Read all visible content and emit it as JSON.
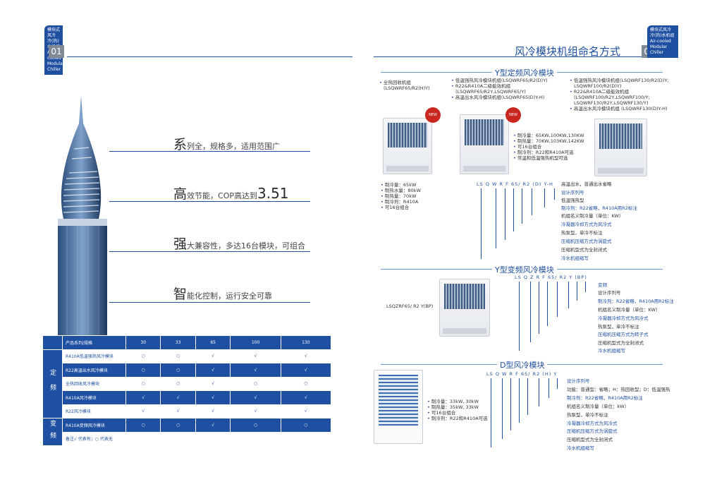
{
  "left_tag": {
    "lines": [
      "模块式风冷",
      "冷(热)水机组",
      "Air-cooled",
      "Modular",
      "Chiller"
    ],
    "page": "01"
  },
  "right_tag": {
    "lines": [
      "模块式风冷",
      "冷(热)水机组",
      "Air-cooled",
      "Modular",
      "Chiller"
    ],
    "page": "02"
  },
  "slogans": [
    {
      "big": "系",
      "rest": "列全，规格多，适用范围广"
    },
    {
      "big": "高",
      "rest": "效节能，COP高达到",
      "num": "3.51"
    },
    {
      "big": "强",
      "rest": "大兼容性，多达16台模块，可组合"
    },
    {
      "big": "智",
      "rest": "能化控制，运行安全可靠"
    }
  ],
  "table": {
    "header": [
      "产品系列/规格",
      "30",
      "33",
      "65",
      "100",
      "130"
    ],
    "groups": [
      {
        "name": "定频",
        "rows": [
          {
            "label": "R410A低温强热风冷模块",
            "cells": [
              "○",
              "○",
              "√",
              "√",
              "√"
            ],
            "style": "white"
          },
          {
            "label": "R22高温出水风冷模块",
            "cells": [
              "○",
              "○",
              "√",
              "√",
              "√"
            ],
            "style": "blue"
          },
          {
            "label": "全热回收风冷模块",
            "cells": [
              "○",
              "○",
              "√",
              "○",
              "○"
            ],
            "style": "white"
          },
          {
            "label": "R410A风冷模块",
            "cells": [
              "√",
              "√",
              "√",
              "√",
              "√"
            ],
            "style": "blue"
          },
          {
            "label": "R22风冷模块",
            "cells": [
              "√",
              "√",
              "√",
              "√",
              "√"
            ],
            "style": "white"
          }
        ]
      },
      {
        "name": "变频",
        "rows": [
          {
            "label": "R410A变频风冷模块",
            "cells": [
              "○",
              "○",
              "√",
              "○",
              "○"
            ],
            "style": "blue"
          }
        ]
      }
    ],
    "note": "备注√ 代表有；○ 代表无"
  },
  "right_title": "风冷模块机组命名方式",
  "sections": {
    "y_fixed": {
      "title": "Y型定频风冷模块",
      "col1": [
        "全热回收机组",
        "(LSQWRF65/R2(H)Y)"
      ],
      "col2": [
        "低温强热风冷模块机组(LSQWRF65/R2(D)Y)",
        "R22&R410A二级能效机组",
        "(LSQWRF65/R2Y,LSQWRF65/Y)",
        "高温出水风冷模块机组(LSQWRF65(D)Y-H)"
      ],
      "col3": [
        "低温强热风冷模块机组(LSQWRF130/R2(D)Y;",
        "LSQWRF100/R2(D)Y)",
        "R22&R410A二级能效机组",
        "(LSQWRF100/R2Y,LSQWRF100/Y;",
        "LSQWRF130/R2Y,LSQWRF130/Y)",
        "高温出水风冷模块机组 (LSQWRF130(D)Y-H)"
      ],
      "spec_left": [
        "制冷量：65kW",
        "制热水量：80kW",
        "制热量：70kW",
        "制冷剂：R410A",
        "可16台组合"
      ],
      "spec_mid": [
        "制冷量：65KW,100KW,130KW",
        "制热量：70KW,103KW,142KW",
        "可16台组合",
        "制冷剂：R22和R410A可选",
        "常温和低温强热机型可选"
      ],
      "code": [
        "LS",
        "Q",
        "W",
        "R",
        "F",
        "65",
        "/",
        "R2",
        "(D)",
        "Y",
        "-",
        "H"
      ],
      "labels": [
        "高温出水，普通出水省略",
        "设计序列号",
        "低温强热型",
        "制冷剂：R22省略，R410A用R2标注",
        "机组名义制冷量（单位：KW）",
        "冷凝器冷却方式为风冷式",
        "热泵型，单冷不标注",
        "压缩机压缩方式为涡旋式",
        "压缩机型式为全封闭式",
        "冷水机组缩写"
      ]
    },
    "y_var": {
      "title": "Y型变频风冷模块",
      "model": "LSQZRF65/ R2 Y(BP)",
      "code": [
        "LS",
        "Q",
        "Z",
        "R",
        "F",
        "65",
        "/",
        "R2",
        "Y",
        "(BP)"
      ],
      "labels": [
        "变频",
        "设计序列号",
        "制冷剂：R22省略，R410A用R2标注",
        "机组名义制冷量（单位：KW）",
        "冷凝器冷却方式为风冷式",
        "热泵型，单冷不标注",
        "压缩机压缩方式为转子式",
        "压缩机型式为全封闭式",
        "冷水机组缩写"
      ]
    },
    "d_type": {
      "title": "D型风冷模块",
      "specs": [
        "制冷量：33kW, 30kW",
        "制热量：35kW, 33kW",
        "可16台组合",
        "制冷剂：R22和R410A可选"
      ],
      "code": [
        "LS",
        "Q",
        "W",
        "R",
        "F",
        "65",
        "/",
        "R2",
        "(H)",
        "Y"
      ],
      "labels": [
        "设计序列号",
        "功能：普通型：省略；H：热回收型；D：低温强热",
        "制冷剂：R22省略，R410A用R2标注",
        "机组名义制冷量（单位：kW）",
        "热泵型，单冷不标注",
        "冷凝器冷却方式为风冷式",
        "压缩机压缩方式为涡旋式",
        "压缩机型式为全封闭式",
        "冷水机组缩写"
      ]
    }
  },
  "colors": {
    "brand": "#1e4fa0",
    "badge": "#c8261f",
    "gray": "#7f8a96"
  }
}
